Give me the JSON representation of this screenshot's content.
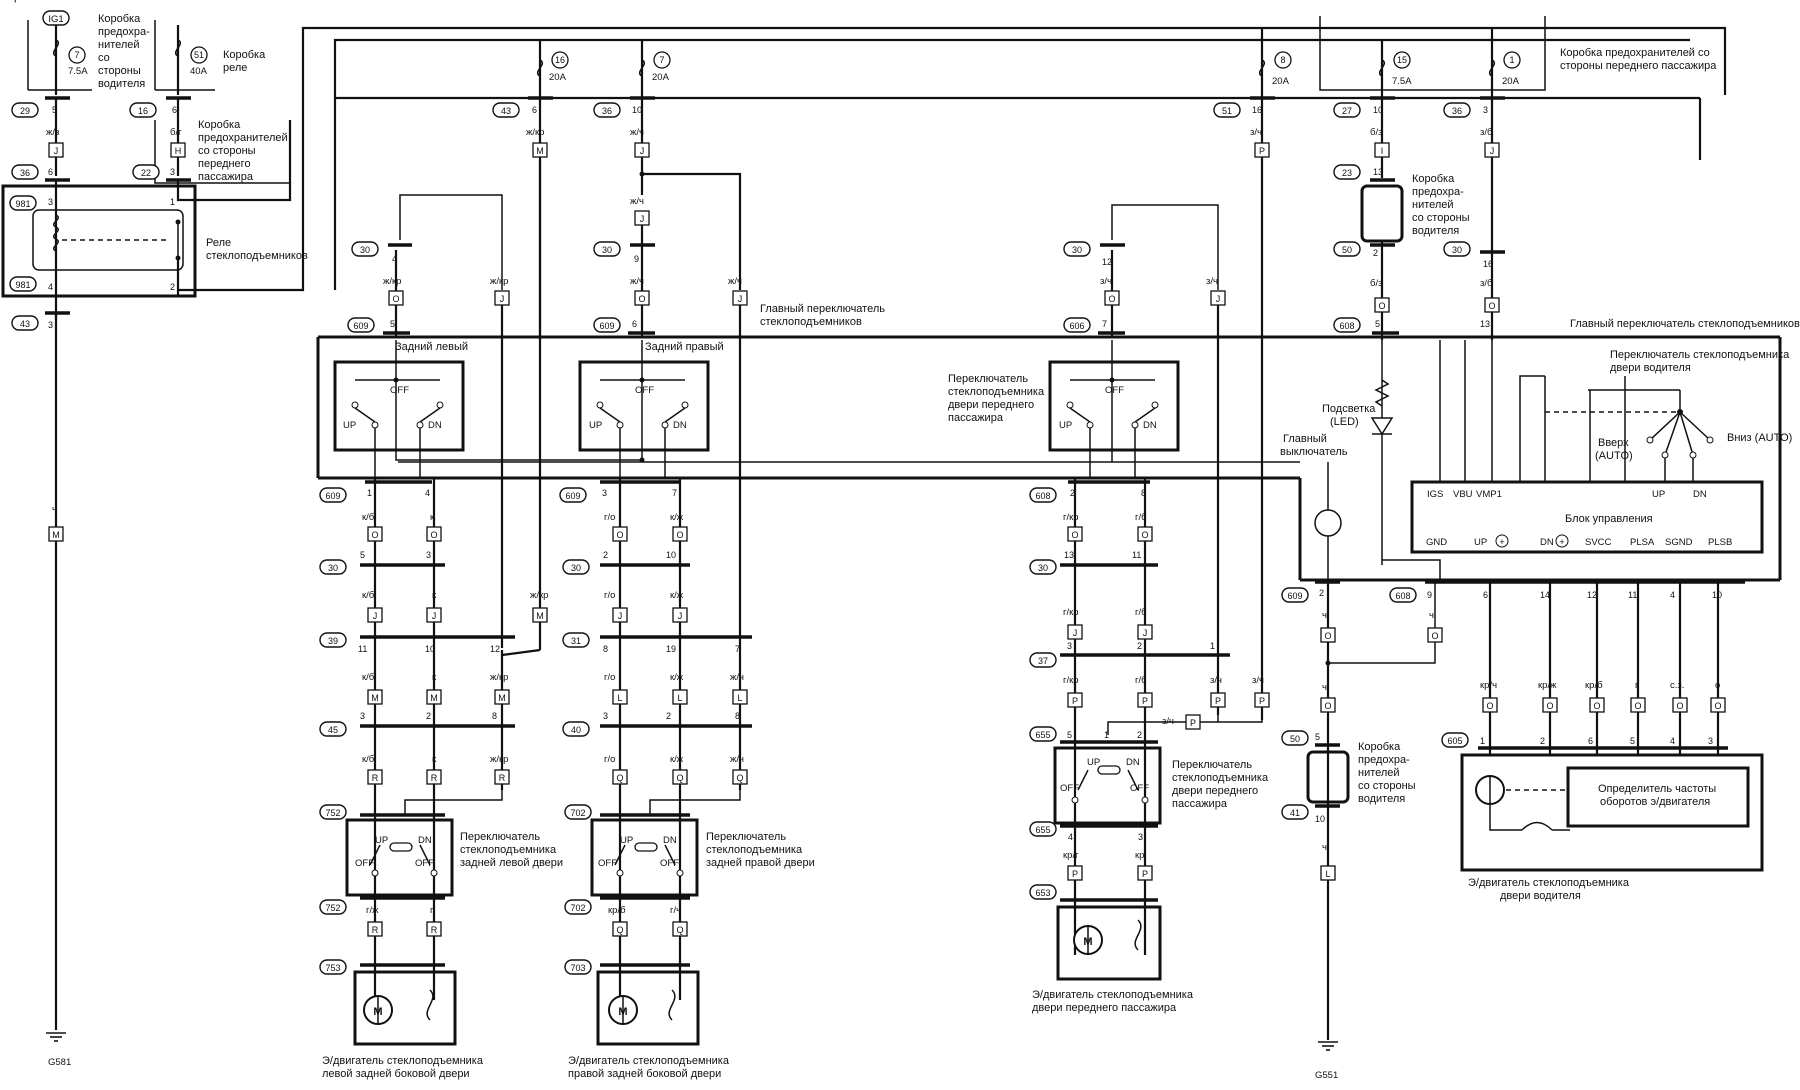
{
  "labels": {
    "ig1": "IG1",
    "fusebox_driver": [
      "Коробка",
      "предохра-",
      "нителей",
      "со",
      "стороны",
      "водителя"
    ],
    "relay_box": [
      "Коробка",
      "реле"
    ],
    "fusebox_passenger_side": [
      "Коробка",
      "предохранителей",
      "со стороны",
      "переднего",
      "пассажира"
    ],
    "fusebox_passenger_top": [
      "Коробка предохранителей со",
      "стороны переднего пассажира"
    ],
    "relay": [
      "Реле",
      "стеклоподъемников"
    ],
    "main_switch": [
      "Главный переключатель",
      "стеклоподъемников"
    ],
    "main_switch_right": "Главный переключатель стеклоподъемников",
    "rear_left": "Задний левый",
    "rear_right": "Задний правый",
    "front_pass_switch_in_main": [
      "Переключатель",
      "стеклоподъемника",
      "двери переднего",
      "пассажира"
    ],
    "backlight": [
      "Подсветка",
      "(LED)"
    ],
    "main_switch_label": [
      "Главный",
      "выключатель"
    ],
    "driver_switch": [
      "Переключатель стеклоподъемника",
      "двери водителя"
    ],
    "up_auto": [
      "Вверх",
      "(AUTO)"
    ],
    "down_auto": "Вниз (AUTO)",
    "control_unit": "Блок управления",
    "cu_top_pins": [
      "IGS",
      "VBU",
      "VMP1"
    ],
    "cu_up": "UP",
    "cu_dn": "DN",
    "cu_bottom_pins": [
      "GND",
      "UP",
      "DN",
      "SVCC",
      "PLSA",
      "SGND",
      "PLSB"
    ],
    "fusebox_driver_bottom": [
      "Коробка",
      "предохра-",
      "нителей",
      "со стороны",
      "водителя"
    ],
    "fusebox_driver_right": [
      "Коробка",
      "предохра-",
      "нителей",
      "со стороны",
      "водителя"
    ],
    "rear_left_door_switch": [
      "Переключатель",
      "стеклоподъемника",
      "задней левой двери"
    ],
    "rear_right_door_switch": [
      "Переключатель",
      "стеклоподъемника",
      "задней правой двери"
    ],
    "front_pass_door_switch": [
      "Переключатель",
      "стеклоподъемника",
      "двери переднего",
      "пассажира"
    ],
    "motor_rear_left": [
      "Э/двигатель стеклоподъемника",
      "левой задней боковой двери"
    ],
    "motor_rear_right": [
      "Э/двигатель стеклоподъемника",
      "правой задней боковой двери"
    ],
    "motor_front_pass": [
      "Э/двигатель стеклоподъемника",
      "двери переднего пассажира"
    ],
    "motor_driver": [
      "Э/двигатель стеклоподъемника",
      "двери водителя"
    ],
    "rpm_sensor": [
      "Определитель частоты",
      "оборотов э/двигателя"
    ],
    "ground_left": "G581",
    "ground_right": "G551",
    "sw_up": "UP",
    "sw_dn": "DN",
    "sw_off": "OFF",
    "motor_m": "M"
  },
  "fuses": [
    {
      "num": "7",
      "rating": "7.5A"
    },
    {
      "num": "51",
      "rating": "40A"
    },
    {
      "num": "16",
      "rating": "20A"
    },
    {
      "num": "7",
      "rating": "20A"
    },
    {
      "num": "8",
      "rating": "20A"
    },
    {
      "num": "15",
      "rating": "7.5A"
    },
    {
      "num": "1",
      "rating": "20A"
    }
  ],
  "connectors": {
    "c29": "29",
    "c16": "16",
    "c36": "36",
    "c22": "22",
    "c981": "981",
    "c43": "43",
    "c30": "30",
    "c609": "609",
    "c606": "606",
    "c608": "608",
    "c39": "39",
    "c45": "45",
    "c31": "31",
    "c40": "40",
    "c37": "37",
    "c655": "655",
    "c653": "653",
    "c752": "752",
    "c753": "753",
    "c702": "702",
    "c703": "703",
    "c51": "51",
    "c27": "27",
    "c23": "23",
    "c50": "50",
    "c41": "41",
    "c605": "605"
  },
  "colors": {
    "zh_z": "ж/з",
    "b_g": "б/г",
    "zh_kr": "ж/кр",
    "zh_ch": "ж/ч",
    "z_ch": "з/ч",
    "b_z": "б/з",
    "z_b": "з/б",
    "ch": "ч",
    "k_b": "к/б",
    "k": "к",
    "g_o": "г/о",
    "k_zh": "к/ж",
    "g_kr": "г/кр",
    "g_b": "г/б",
    "g_zh": "г/ж",
    "g": "г",
    "kr_b": "кр/б",
    "g_ch": "г/ч",
    "kr_g": "кр/г",
    "kr": "кр",
    "kr_ch": "кр/ч",
    "kr_zh": "кр/ж",
    "s_z": "с.з.",
    "o": "о"
  },
  "terminals": {
    "J": "J",
    "H": "H",
    "M": "M",
    "O": "O",
    "P": "P",
    "I": "I",
    "L": "L",
    "Q": "Q",
    "R": "R"
  }
}
